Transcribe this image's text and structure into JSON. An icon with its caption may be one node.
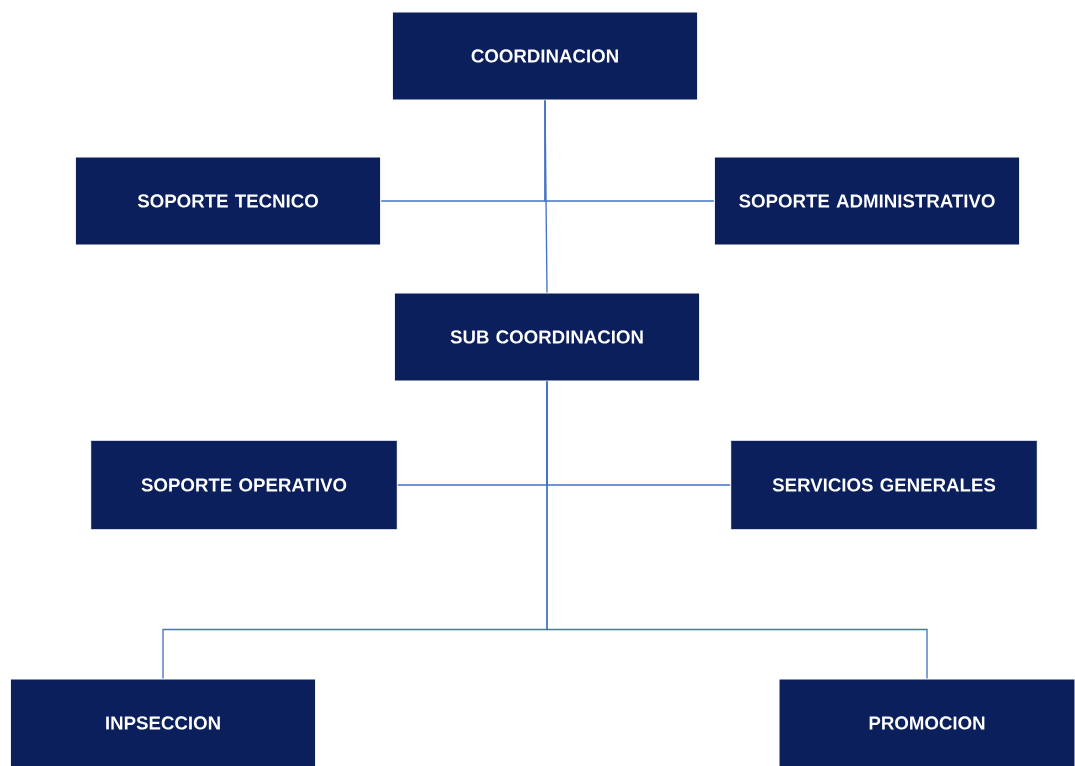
{
  "diagram": {
    "nodes": [
      {
        "text": [
          "COORDINACION"
        ]
      },
      {
        "text": [
          "SOPORTE TECNICO"
        ]
      },
      {
        "text": [
          "SOPORTE ADMINISTRATIVO"
        ]
      },
      {
        "text": [
          "SUB COORDINACION"
        ]
      },
      {
        "text": [
          "SOPORTE OPERATIVO"
        ]
      },
      {
        "text": [
          "SERVICIOS GENERALES"
        ]
      },
      {
        "text": [
          "INPSECCION"
        ]
      },
      {
        "text": [
          "PROMOCION"
        ]
      }
    ],
    "edges": [
      {
        "from": 0,
        "to": 1,
        "arrow": "none"
      },
      {
        "from": 0,
        "to": 2,
        "arrow": "none"
      },
      {
        "from": 0,
        "to": 3,
        "arrow": "none"
      },
      {
        "from": 3,
        "to": 4,
        "arrow": "none"
      },
      {
        "from": 3,
        "to": 5,
        "arrow": "none"
      },
      {
        "from": 3,
        "to": 6,
        "arrow": "none"
      },
      {
        "from": 3,
        "to": 7,
        "arrow": "none"
      }
    ]
  }
}
